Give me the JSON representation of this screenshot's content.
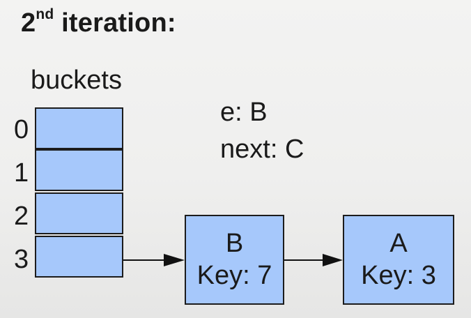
{
  "title": {
    "number": "2",
    "suffix": "nd",
    "text": " iteration:"
  },
  "buckets": {
    "label": "buckets",
    "indices": [
      "0",
      "1",
      "2",
      "3"
    ]
  },
  "vars": {
    "e": "e: B",
    "next": "next: C"
  },
  "nodes": [
    {
      "name": "B",
      "key": "Key: 7"
    },
    {
      "name": "A",
      "key": "Key: 3"
    }
  ]
}
